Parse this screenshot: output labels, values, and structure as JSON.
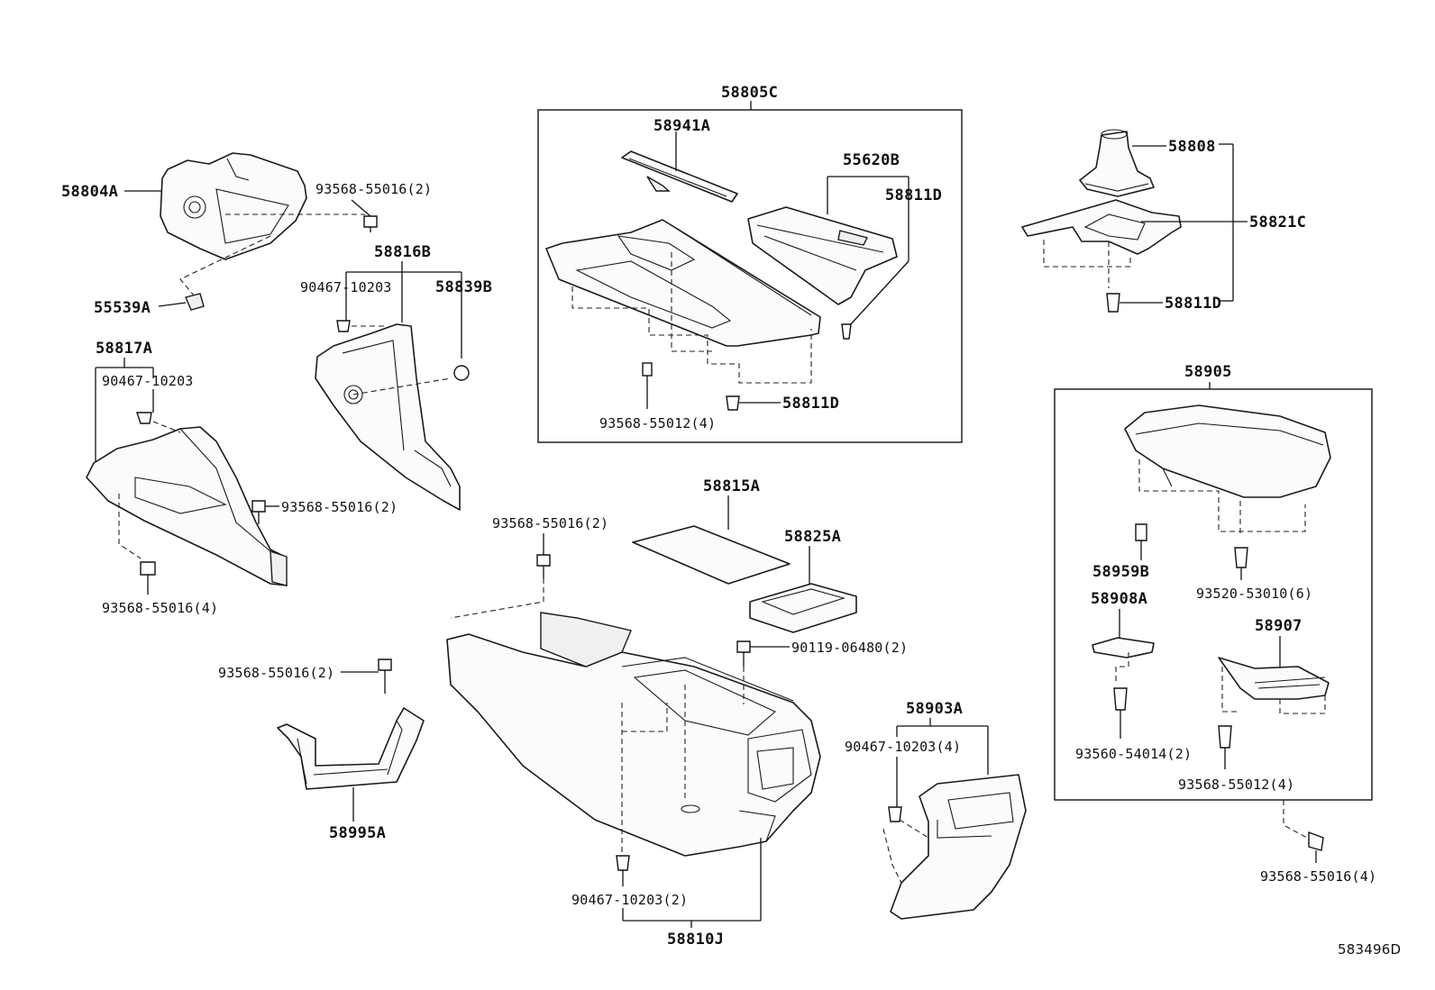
{
  "diagram": {
    "labels": {
      "p58805C": "58805C",
      "p58941A": "58941A",
      "p55620B": "55620B",
      "p58811D_a": "58811D",
      "p58811D_b": "58811D",
      "p93568_55012_4_a": "93568-55012(4)",
      "p58804A": "58804A",
      "p93568_55016_2_a": "93568-55016(2)",
      "p58816B": "58816B",
      "p90467_10203_a": "90467-10203",
      "p58839B": "58839B",
      "p55539A": "55539A",
      "p58817A": "58817A",
      "p90467_10203_b": "90467-10203",
      "p93568_55016_2_b": "93568-55016(2)",
      "p93568_55016_4_a": "93568-55016(4)",
      "p58808": "58808",
      "p58821C": "58821C",
      "p58811D_c": "58811D",
      "p58905": "58905",
      "p58959B": "58959B",
      "p93520_53010_6": "93520-53010(6)",
      "p58908A": "58908A",
      "p58907": "58907",
      "p93560_54014_2": "93560-54014(2)",
      "p93568_55012_4_b": "93568-55012(4)",
      "p93568_55016_4_b": "93568-55016(4)",
      "p58815A": "58815A",
      "p58825A": "58825A",
      "p93568_55016_2_c": "93568-55016(2)",
      "p90119_06480_2": "90119-06480(2)",
      "p93568_55016_2_d": "93568-55016(2)",
      "p58995A": "58995A",
      "p58903A": "58903A",
      "p90467_10203_4": "90467-10203(4)",
      "p90467_10203_2": "90467-10203(2)",
      "p58810J": "58810J",
      "drawing_number": "583496D"
    }
  }
}
